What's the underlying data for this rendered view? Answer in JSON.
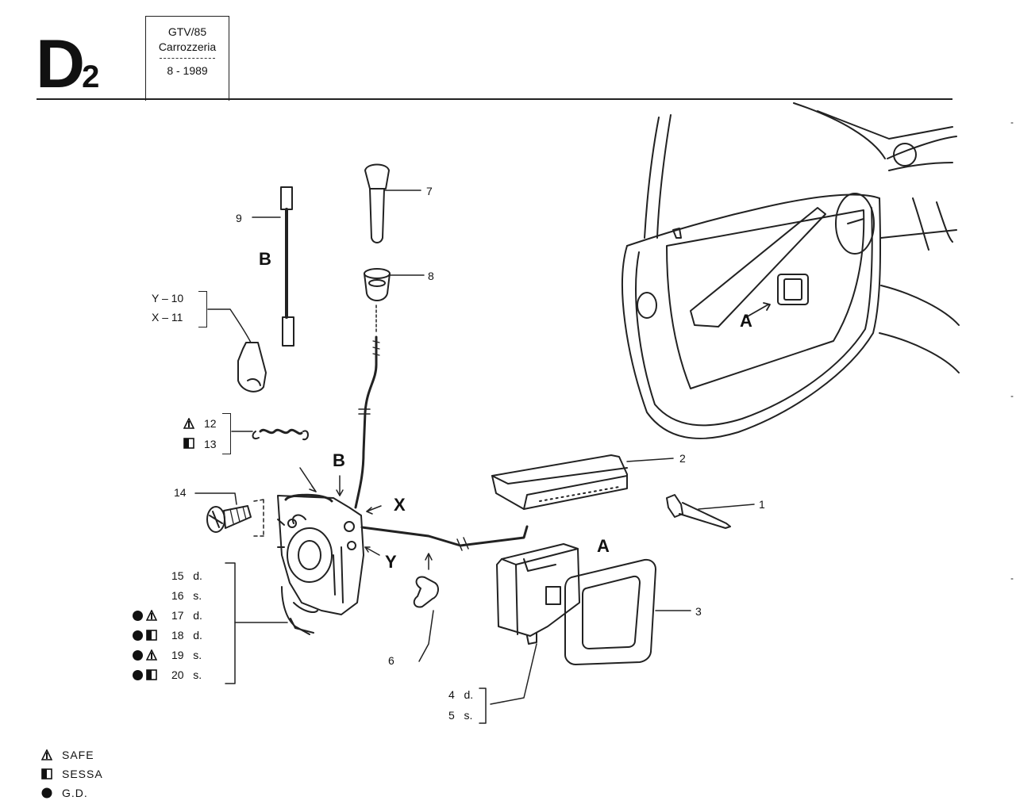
{
  "header": {
    "section_code": "D",
    "section_sub": "2",
    "model": "GTV/85",
    "group": "Carrozzeria",
    "date": "8 - 1989"
  },
  "callouts": {
    "p1": "1",
    "p2": "2",
    "p3": "3",
    "p4": "4",
    "p4_side": "d.",
    "p5": "5",
    "p5_side": "s.",
    "p6": "6",
    "p7": "7",
    "p8": "8",
    "p9": "9",
    "p10": "Y – 10",
    "p11": "X – 11",
    "p12": "12",
    "p13": "13",
    "p14": "14",
    "p15": "15",
    "p15_side": "d.",
    "p16": "16",
    "p16_side": "s.",
    "p17": "17",
    "p17_side": "d.",
    "p18": "18",
    "p18_side": "d.",
    "p19": "19",
    "p19_side": "s.",
    "p20": "20",
    "p20_side": "s."
  },
  "view_letters": {
    "b_rod": "B",
    "b_lock": "B",
    "x_point": "X",
    "y_point": "Y",
    "a_handle": "A",
    "a_door": "A"
  },
  "legend": [
    {
      "symbol": "triangle-icon",
      "label": "SAFE"
    },
    {
      "symbol": "half-square-icon",
      "label": "SESSA"
    },
    {
      "symbol": "dot-icon",
      "label": "G.D."
    }
  ]
}
